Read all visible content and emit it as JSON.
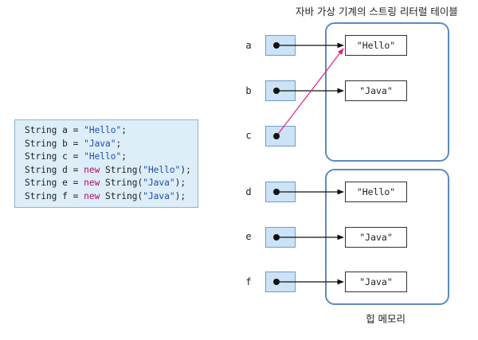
{
  "code": {
    "lines": [
      [
        {
          "t": "String a = ",
          "c": ""
        },
        {
          "t": "\"Hello\"",
          "c": "str"
        },
        {
          "t": ";",
          "c": ""
        }
      ],
      [
        {
          "t": "String b = ",
          "c": ""
        },
        {
          "t": "\"Java\"",
          "c": "str"
        },
        {
          "t": ";",
          "c": ""
        }
      ],
      [
        {
          "t": "String c = ",
          "c": ""
        },
        {
          "t": "\"Hello\"",
          "c": "str"
        },
        {
          "t": ";",
          "c": ""
        }
      ],
      [
        {
          "t": "String d = ",
          "c": ""
        },
        {
          "t": "new",
          "c": "kw"
        },
        {
          "t": " String(",
          "c": ""
        },
        {
          "t": "\"Hello\"",
          "c": "str"
        },
        {
          "t": ");",
          "c": ""
        }
      ],
      [
        {
          "t": "String e = ",
          "c": ""
        },
        {
          "t": "new",
          "c": "kw"
        },
        {
          "t": " String(",
          "c": ""
        },
        {
          "t": "\"Java\"",
          "c": "str"
        },
        {
          "t": ");",
          "c": ""
        }
      ],
      [
        {
          "t": "String f = ",
          "c": ""
        },
        {
          "t": "new",
          "c": "kw"
        },
        {
          "t": " String(",
          "c": ""
        },
        {
          "t": "\"Java\"",
          "c": "str"
        },
        {
          "t": ");",
          "c": ""
        }
      ]
    ]
  },
  "regions": {
    "literal_table_title": "자바 가상 기계의 스트링 리터럴 테이블",
    "heap_title": "힙 메모리"
  },
  "variables": {
    "a": "a",
    "b": "b",
    "c": "c",
    "d": "d",
    "e": "e",
    "f": "f"
  },
  "objects": {
    "lit_hello": "\"Hello\"",
    "lit_java": "\"Java\"",
    "heap_hello_d": "\"Hello\"",
    "heap_java_e": "\"Java\"",
    "heap_java_f": "\"Java\""
  },
  "colors": {
    "normal_arrow": "#111111",
    "shared_arrow": "#e0218a",
    "region_border": "#5b8bc2",
    "reference_fill": "#cce2f5"
  }
}
